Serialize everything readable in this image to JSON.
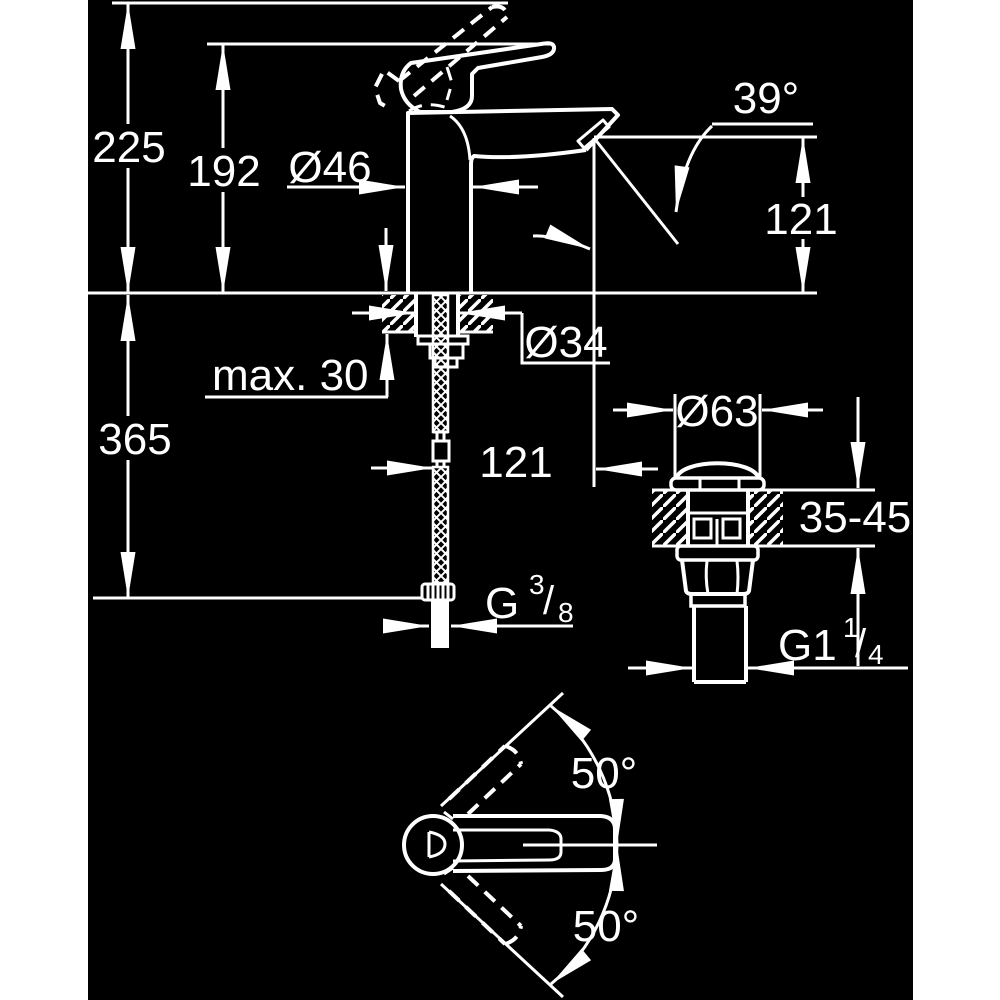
{
  "drawing": {
    "type": "faucet-installation-technical-drawing",
    "colors": {
      "background": "#000000",
      "line": "#ffffff",
      "page_margin": "#ffffff"
    },
    "labels": {
      "overall_height": "225",
      "handle_top_height": "192",
      "body_diameter": "Ø46",
      "stream_angle": "39°",
      "spout_height": "121",
      "max_deck_thickness": "max. 30",
      "shank_diameter": "Ø34",
      "hose_length": "365",
      "spout_reach": "121",
      "drain_cap_diameter": "Ø63",
      "drain_deck_range": "35-45",
      "supply_thread": {
        "base": "G",
        "sup": "3",
        "slash": "/",
        "sub": "8"
      },
      "drain_thread": {
        "base": "G1",
        "sup": "1",
        "slash": "/",
        "sub": "4"
      },
      "handle_swing_up": "50°",
      "handle_swing_down": "50°"
    }
  }
}
